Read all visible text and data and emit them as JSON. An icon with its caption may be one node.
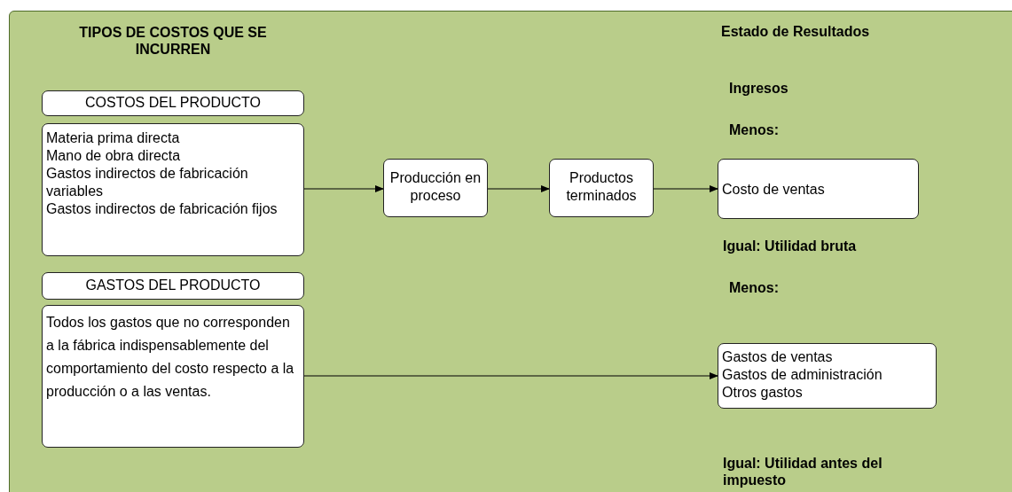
{
  "diagram": {
    "nodes": [
      {
        "text": [
          "COSTOS DEL PRODUCTO"
        ]
      },
      {
        "text": [
          "Materia prima directa",
          "Mano de obra directa",
          "Gastos indirectos de fabricación variables",
          "Gastos indirectos de fabricación fijos"
        ]
      },
      {
        "text": [
          "GASTOS DEL PRODUCTO"
        ]
      },
      {
        "text": [
          "Todos los gastos que no corresponden a la fábrica indispensablemente del comportamiento del costo respecto a la producción o a las ventas."
        ]
      },
      {
        "text": [
          "Producción en proceso"
        ]
      },
      {
        "text": [
          "Productos terminados"
        ]
      },
      {
        "text": [
          "Costo de ventas"
        ]
      },
      {
        "text": [
          "Gastos de ventas",
          "Gastos de administración",
          "Otros gastos"
        ]
      }
    ],
    "edges": [
      {
        "from": 1,
        "to": 4,
        "arrow": "to"
      },
      {
        "from": 4,
        "to": 5,
        "arrow": "to"
      },
      {
        "from": 5,
        "to": 6,
        "arrow": "to"
      },
      {
        "from": 3,
        "to": 7,
        "arrow": "to"
      }
    ],
    "labels": [
      "TIPOS DE COSTOS QUE SE INCURREN",
      "Estado de Resultados",
      "Ingresos",
      "Menos:",
      "Igual: Utilidad bruta",
      "Menos:",
      "Igual: Utilidad antes del impuesto"
    ]
  }
}
